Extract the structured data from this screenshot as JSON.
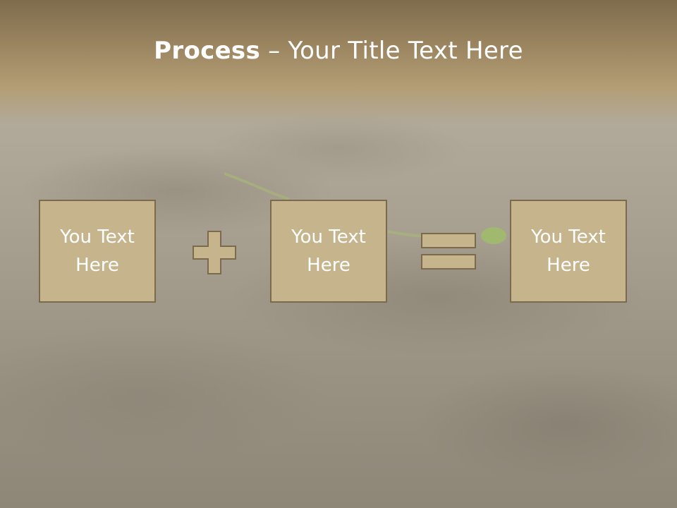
{
  "title": {
    "bold": "Process",
    "rest": " – Your Title Text Here"
  },
  "boxes": [
    {
      "text": "You Text Here"
    },
    {
      "text": "You Text Here"
    },
    {
      "text": "You Text Here"
    }
  ],
  "operators": [
    "plus-icon",
    "equals-icon"
  ],
  "colors": {
    "box_fill": "#c6b48c",
    "box_border": "#7c6a4c",
    "band": "#9a8460",
    "text": "#ffffff"
  }
}
